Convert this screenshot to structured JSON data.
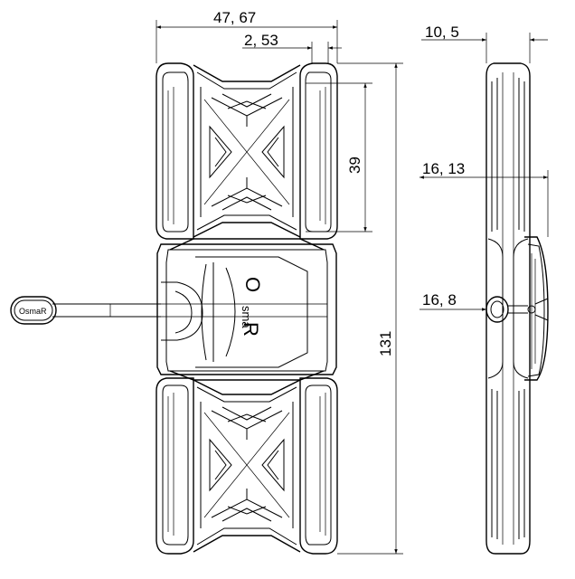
{
  "dimensions": {
    "overall_width": "47, 67",
    "edge_offset": "2, 53",
    "window_height": "39",
    "overall_height": "131",
    "side_thickness": "10, 5",
    "side_mid_thickness": "16, 13",
    "knob_height": "16, 8"
  },
  "logo": {
    "handle_badge": "OsmaR",
    "body_letter_o": "O",
    "body_letters": "sma",
    "body_letter_r": "R"
  },
  "colors": {
    "line": "#000000",
    "background": "#ffffff"
  }
}
